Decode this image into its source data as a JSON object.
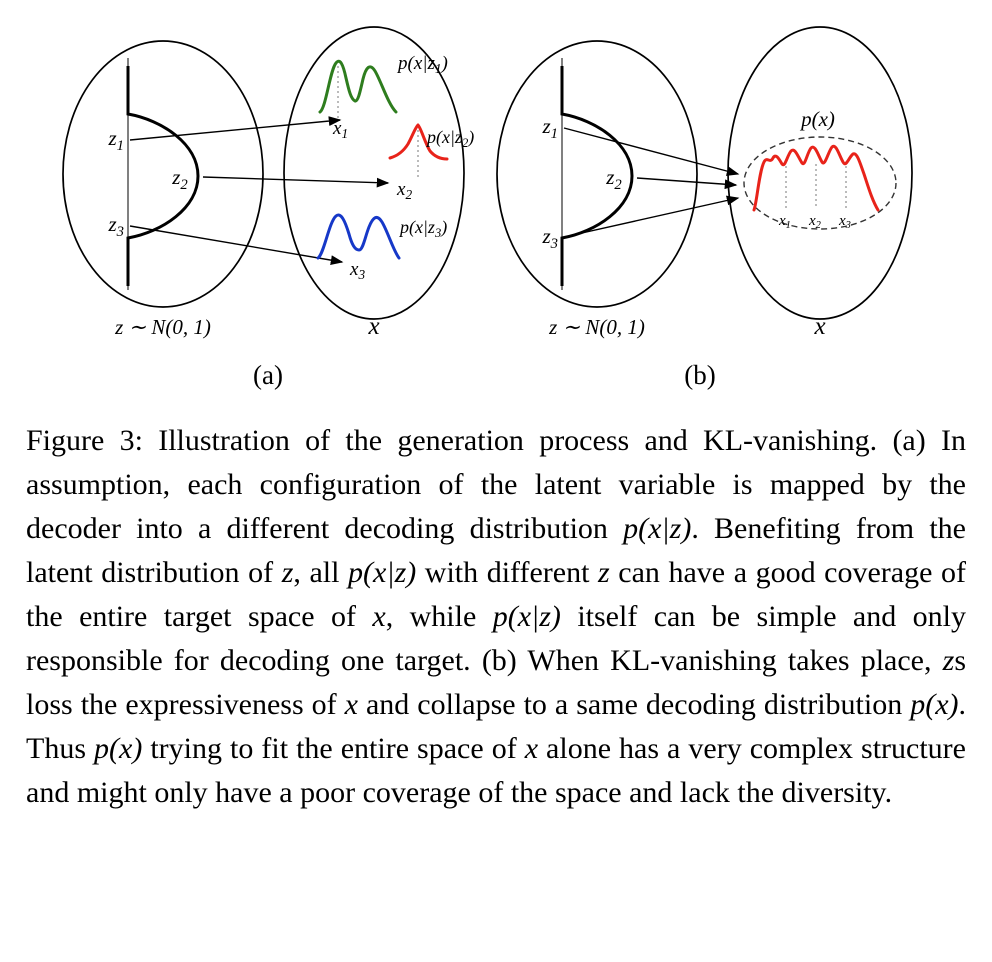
{
  "figure": {
    "colors": {
      "green": "#2e7d1e",
      "red": "#e8231a",
      "blue": "#1638c8",
      "black": "#000000"
    },
    "panel_a": {
      "z_dist_label": "z ∼ N(0, 1)",
      "x_space_label": "x",
      "panel_label": "(a)",
      "z1": {
        "base": "z",
        "sub": "1"
      },
      "z2": {
        "base": "z",
        "sub": "2"
      },
      "z3": {
        "base": "z",
        "sub": "3"
      },
      "x1": {
        "base": "x",
        "sub": "1"
      },
      "x2": {
        "base": "x",
        "sub": "2"
      },
      "x3": {
        "base": "x",
        "sub": "3"
      },
      "dist1": {
        "pre": "p(x|z",
        "sub": "1",
        "post": ")"
      },
      "dist2": {
        "pre": "p(x|z",
        "sub": "2",
        "post": ")"
      },
      "dist3": {
        "pre": "p(x|z",
        "sub": "3",
        "post": ")"
      }
    },
    "panel_b": {
      "z_dist_label": "z ∼ N(0, 1)",
      "x_space_label": "x",
      "panel_label": "(b)",
      "px_label": "p(x)",
      "z1": {
        "base": "z",
        "sub": "1"
      },
      "z2": {
        "base": "z",
        "sub": "2"
      },
      "z3": {
        "base": "z",
        "sub": "3"
      },
      "x1": {
        "base": "x",
        "sub": "1"
      },
      "x2": {
        "base": "x",
        "sub": "2"
      },
      "x3": {
        "base": "x",
        "sub": "3"
      }
    }
  },
  "caption": {
    "segments": [
      {
        "text": "Figure 3: Illustration of the generation process and KL-vanishing. (a) In assumption, each configuration of the latent variable is mapped by the decoder into a different decoding distribution ",
        "italic": false
      },
      {
        "text": "p(x|z)",
        "italic": true
      },
      {
        "text": ". Benefiting from the latent distribution of ",
        "italic": false
      },
      {
        "text": "z",
        "italic": true
      },
      {
        "text": ", all ",
        "italic": false
      },
      {
        "text": "p(x|z)",
        "italic": true
      },
      {
        "text": " with different ",
        "italic": false
      },
      {
        "text": "z",
        "italic": true
      },
      {
        "text": " can have a good coverage of the entire target space of ",
        "italic": false
      },
      {
        "text": "x",
        "italic": true
      },
      {
        "text": ", while ",
        "italic": false
      },
      {
        "text": "p(x|z)",
        "italic": true
      },
      {
        "text": " itself can be simple and only responsible for decoding one target. (b) When KL-vanishing takes place, ",
        "italic": false
      },
      {
        "text": "z",
        "italic": true
      },
      {
        "text": "s loss the expressiveness of ",
        "italic": false
      },
      {
        "text": "x",
        "italic": true
      },
      {
        "text": " and collapse to a same decoding distribution ",
        "italic": false
      },
      {
        "text": "p(x)",
        "italic": true
      },
      {
        "text": ". Thus ",
        "italic": false
      },
      {
        "text": "p(x)",
        "italic": true
      },
      {
        "text": " trying to fit the entire space of ",
        "italic": false
      },
      {
        "text": "x",
        "italic": true
      },
      {
        "text": " alone has a very complex structure and might only have a poor coverage of the space and lack the diversity.",
        "italic": false
      }
    ]
  }
}
